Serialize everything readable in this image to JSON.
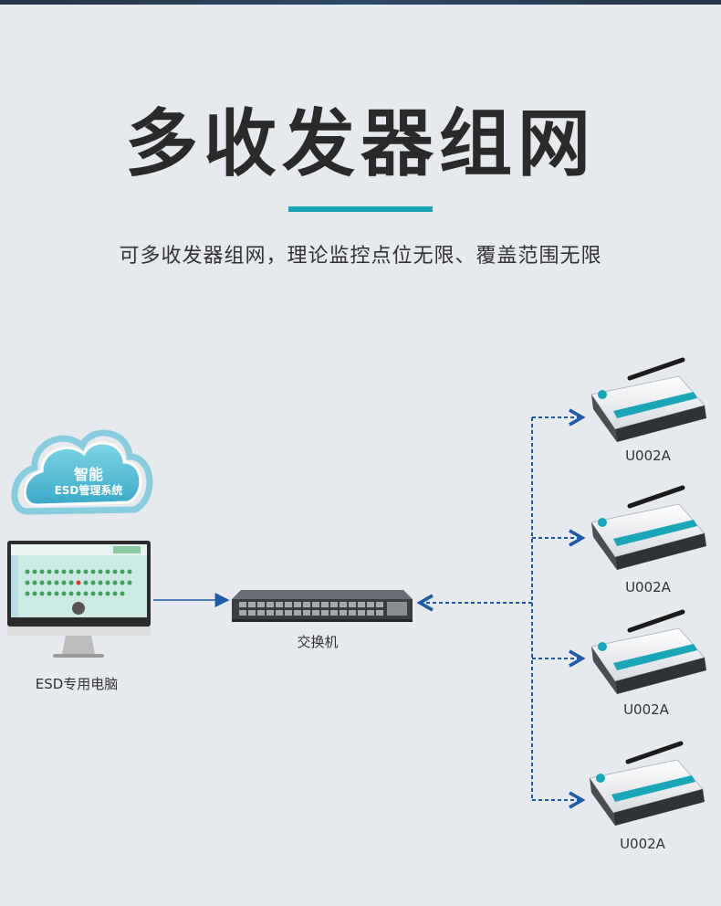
{
  "title": "多收发器组网",
  "subtitle": "可多收发器组网，理论监控点位无限、覆盖范围无限",
  "cloud": {
    "line1": "智能",
    "line2": "ESD管理系统"
  },
  "pc_label": "ESD专用电脑",
  "switch_label": "交换机",
  "devices": [
    {
      "label": "U002A"
    },
    {
      "label": "U002A"
    },
    {
      "label": "U002A"
    },
    {
      "label": "U002A"
    }
  ],
  "colors": {
    "accent": "#1aa6b7",
    "connector": "#1e5aa8",
    "device_band": "#1aa6b7",
    "background": "#e6e9ee"
  }
}
